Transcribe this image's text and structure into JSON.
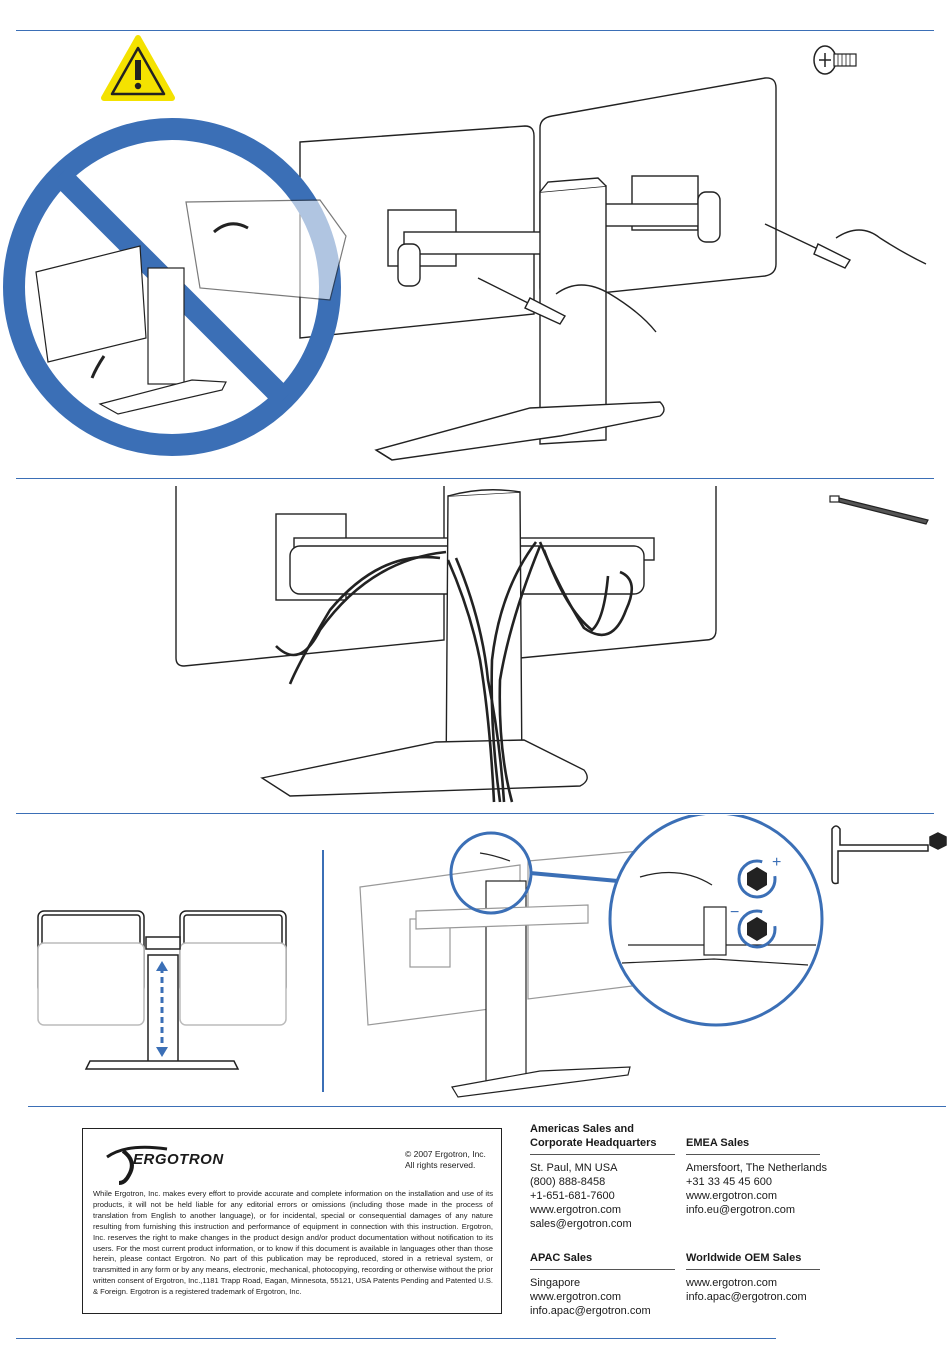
{
  "footer": {
    "copyright_line1": "© 2007 Ergotron, Inc.",
    "copyright_line2": "All rights reserved.",
    "logo_text": "ERGOTRON",
    "legal_text": "While Ergotron, Inc. makes every effort to provide accurate and complete information on the installation and use of its products, it will not be held liable for any editorial errors or omissions (including those made in the process of translation from English to another language), or for incidental, special or consequential damages of any nature resulting from furnishing this instruction and performance of equipment in connection with this instruction. Ergotron, Inc. reserves the right to make changes in the product design and/or product documentation without notification to its users. For the most current product information, or to know if this document is available in languages other than those herein, please contact Ergotron. No part of this publication may be reproduced, stored in a retrieval system, or transmitted in any form or by any means, electronic, mechanical, photocopying, recording or otherwise without the prior written consent of Ergotron, Inc.,1181 Trapp Road, Eagan, Minnesota, 55121, USA Patents Pending and Patented U.S. & Foreign. Ergotron is a registered trademark of Ergotron, Inc.",
    "americas": {
      "heading1": "Americas Sales and",
      "heading2": "Corporate Headquarters",
      "lines": [
        "St. Paul, MN USA",
        "(800) 888-8458",
        "+1-651-681-7600",
        "www.ergotron.com",
        "sales@ergotron.com"
      ]
    },
    "emea": {
      "heading": "EMEA Sales",
      "lines": [
        "Amersfoort, The Netherlands",
        "+31 33 45 45 600",
        "www.ergotron.com",
        "info.eu@ergotron.com"
      ]
    },
    "apac": {
      "heading": "APAC Sales",
      "lines": [
        "Singapore",
        "www.ergotron.com",
        "info.apac@ergotron.com"
      ]
    },
    "oem": {
      "heading": "Worldwide OEM Sales",
      "lines": [
        "www.ergotron.com",
        "info.apac@ergotron.com"
      ]
    }
  },
  "icons": {
    "warning": "warning-icon",
    "screw": "screw-icon",
    "cable_tie": "cable-tie-icon",
    "hex_key": "hex-key-icon",
    "tighten": "tighten-icon",
    "loosen": "loosen-icon"
  },
  "colors": {
    "accent_blue": "#3b6fb6",
    "warning_yellow": "#f4e200"
  }
}
